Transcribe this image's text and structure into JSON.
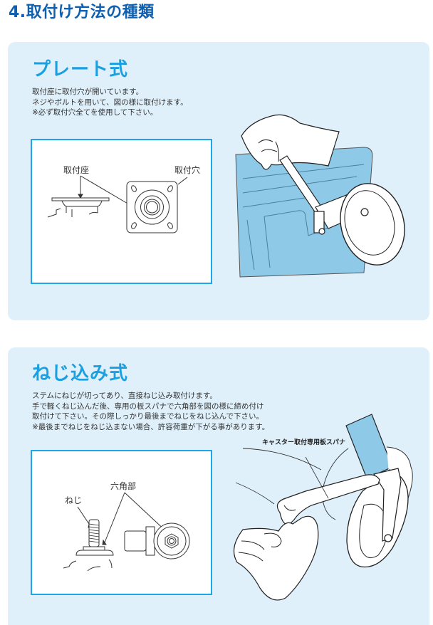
{
  "page": {
    "title": "4.取付け方法の種類"
  },
  "sections": [
    {
      "heading": "プレート式",
      "body_lines": [
        "取付座に取付穴が開いています。",
        "ネジやボルトを用いて、図の様に取付けます。",
        "※必ず取付穴全てを使用して下さい。"
      ],
      "diagram": {
        "labels": [
          "取付座",
          "取付穴"
        ]
      },
      "illustration": {
        "description": "hand-wrench-tightening-plate-caster"
      }
    },
    {
      "heading": "ねじ込み式",
      "body_lines": [
        "ステムにねじが切ってあり、直接ねじ込み取付けます。",
        "手で軽くねじ込んだ後、専用の板スパナで六角部を図の様に締め付け",
        "取付けて下さい。その際しっかり最後までねじをねじ込んで下さい。",
        "※最後までねじをねじ込まない場合、許容荷重が下がる事があります。"
      ],
      "diagram": {
        "labels": [
          "六角部",
          "ねじ"
        ]
      },
      "illustration": {
        "callout": "キャスター取付専用板スパナ",
        "description": "hand-spanner-tightening-threaded-stem-caster"
      }
    }
  ],
  "colors": {
    "title": "#1060b0",
    "heading": "#1a9fe0",
    "panel_bg": "#dff0fb",
    "box_border": "#1aa8e8",
    "accent_fill": "#8ec9e8"
  }
}
